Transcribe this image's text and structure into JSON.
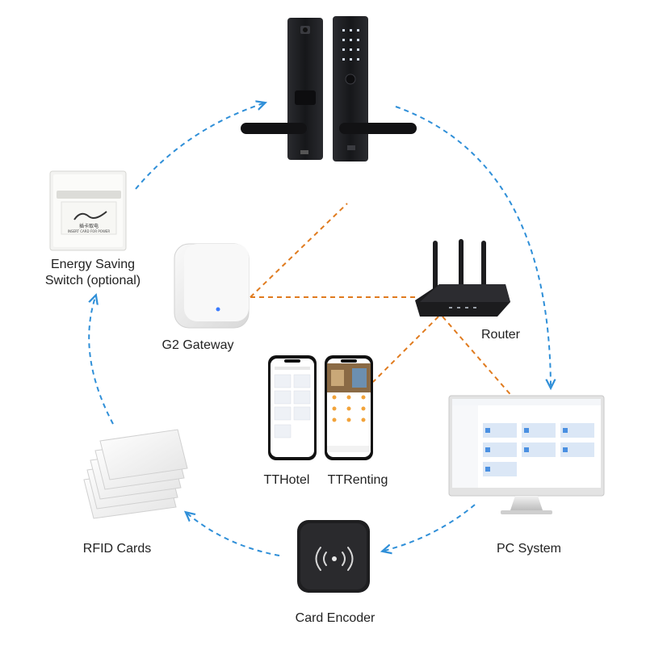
{
  "labels": {
    "energy_switch_line1": "Energy Saving",
    "energy_switch_line2": "Switch (optional)",
    "gateway": "G2 Gateway",
    "router": "Router",
    "tthotel": "TTHotel",
    "ttrenting": "TTRenting",
    "pc_system": "PC System",
    "rfid_cards": "RFID Cards",
    "card_encoder": "Card Encoder"
  },
  "switch_plate_text": {
    "line1": "插卡取电",
    "line2": "INSERT CARD FOR POWER"
  },
  "colors": {
    "cycle_arrow": "#2f8fd8",
    "network_link": "#e07b1f",
    "text": "#222222",
    "lock_body": "#1e1f22",
    "router_body": "#1c1c1e",
    "encoder_body": "#1e1e20",
    "pc_tile": "#4a90e2"
  },
  "icons": {
    "lock": "smart-lock-icon",
    "switch": "energy-switch-icon",
    "gateway": "gateway-icon",
    "router": "router-icon",
    "phones": "phone-app-icon",
    "pc": "monitor-icon",
    "cards": "rfid-card-icon",
    "encoder": "card-encoder-icon"
  }
}
